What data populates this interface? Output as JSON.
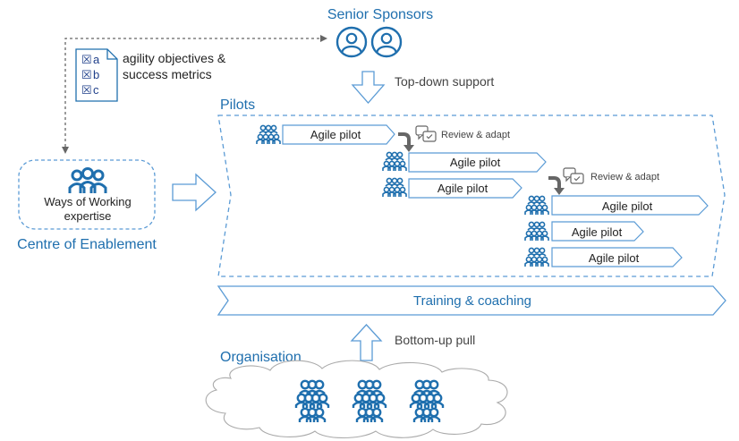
{
  "sponsors": {
    "title": "Senior Sponsors",
    "icon": "person-circle-icon"
  },
  "objectives_doc": {
    "items": [
      "a",
      "b",
      "c"
    ],
    "item_marker": "☒",
    "line1": "agility objectives &",
    "line2": "success metrics",
    "icon": "document-icon"
  },
  "top_down": {
    "label": "Top-down support"
  },
  "pilots": {
    "title": "Pilots",
    "pilot_label": "Agile pilot",
    "review_label": "Review & adapt",
    "rows": [
      {
        "label": "Agile pilot"
      },
      {
        "label": "Agile pilot"
      },
      {
        "label": "Agile pilot"
      },
      {
        "label": "Agile pilot"
      },
      {
        "label": "Agile pilot"
      },
      {
        "label": "Agile pilot"
      }
    ],
    "reviews": [
      {
        "label": "Review & adapt"
      },
      {
        "label": "Review & adapt"
      }
    ]
  },
  "centre": {
    "box_line1": "Ways of Working",
    "box_line2": "expertise",
    "title": "Centre of Enablement",
    "icon": "team-icon"
  },
  "training": {
    "label": "Training & coaching"
  },
  "bottom_up": {
    "label": "Bottom-up pull"
  },
  "organisation": {
    "title": "Organisation",
    "icon": "group-icon"
  },
  "colors": {
    "primary": "#1f6fae",
    "outline": "#5b9bd5",
    "text": "#222222",
    "grey": "#666666"
  }
}
